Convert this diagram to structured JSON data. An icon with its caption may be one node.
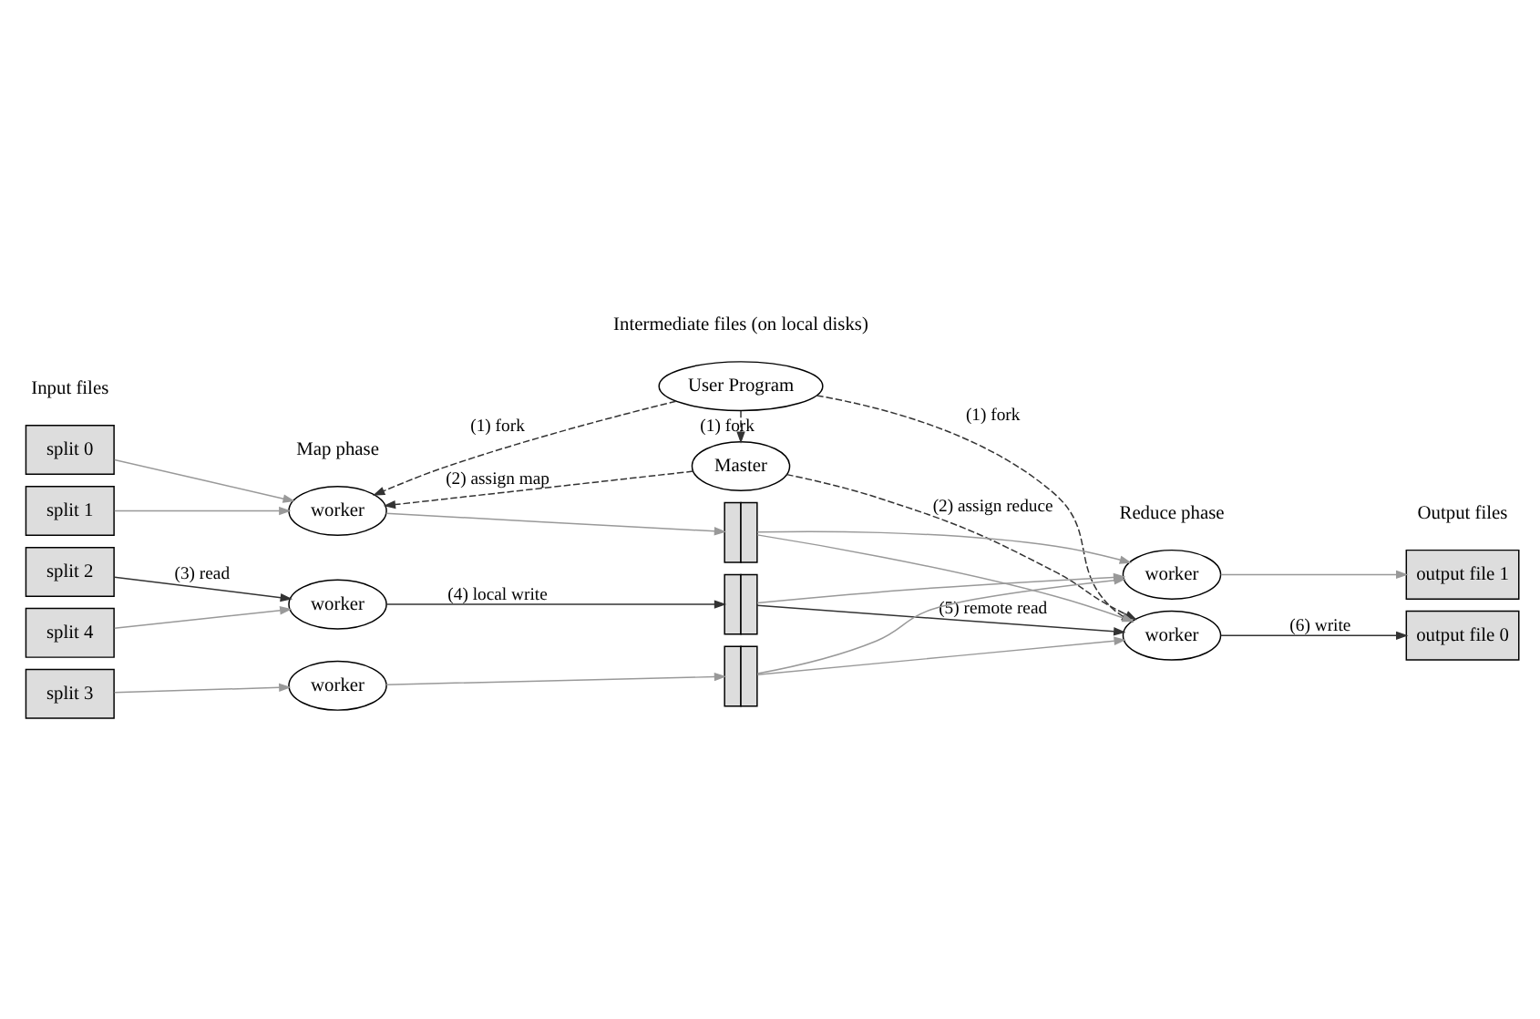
{
  "diagram": {
    "nodes": [
      {
        "text": [
          "User Program"
        ]
      },
      {
        "text": [
          "Master"
        ]
      },
      {
        "text": [
          "split 0"
        ]
      },
      {
        "text": [
          "split 1"
        ]
      },
      {
        "text": [
          "split 2"
        ]
      },
      {
        "text": [
          "split 3"
        ]
      },
      {
        "text": [
          "split 4"
        ]
      },
      {
        "text": [
          "worker"
        ]
      },
      {
        "text": [
          "worker"
        ]
      },
      {
        "text": [
          "worker"
        ]
      },
      {
        "text": [],
        "shape": "box"
      },
      {
        "text": [],
        "shape": "box"
      },
      {
        "text": [],
        "shape": "box"
      },
      {
        "text": [
          "worker"
        ]
      },
      {
        "text": [
          "worker"
        ]
      },
      {
        "text": [
          "output file 0"
        ]
      },
      {
        "text": [
          "output file 1"
        ]
      }
    ],
    "edges": [
      {
        "from": 0,
        "to": 7,
        "arrow": "to",
        "label": "(1) fork",
        "style": "dashed",
        "color": "#333333"
      },
      {
        "from": 0,
        "to": 1,
        "arrow": "to",
        "label": "(1) fork",
        "style": "dashed",
        "color": "#333333"
      },
      {
        "from": 0,
        "to": 13,
        "arrow": "to",
        "label": "(1) fork",
        "style": "dashed",
        "color": "#333333"
      },
      {
        "from": 1,
        "to": 7,
        "arrow": "to",
        "label": "(2) assign map",
        "style": "dashed",
        "color": "#333333"
      },
      {
        "from": 1,
        "to": 13,
        "arrow": "to",
        "label": "(2) assign reduce",
        "style": "dashed",
        "color": "#333333"
      },
      {
        "from": 2,
        "to": 7,
        "arrow": "to"
      },
      {
        "from": 3,
        "to": 7,
        "arrow": "to"
      },
      {
        "from": 4,
        "to": 8,
        "arrow": "to",
        "label": "(3) read",
        "color": "#333333"
      },
      {
        "from": 6,
        "to": 8,
        "arrow": "to"
      },
      {
        "from": 5,
        "to": 9,
        "arrow": "to"
      },
      {
        "from": 7,
        "to": 10,
        "arrow": "to"
      },
      {
        "from": 8,
        "to": 11,
        "arrow": "to",
        "label": "(4) local write",
        "color": "#333333"
      },
      {
        "from": 9,
        "to": 12,
        "arrow": "to"
      },
      {
        "from": 10,
        "to": 13,
        "arrow": "to"
      },
      {
        "from": 10,
        "to": 14,
        "arrow": "to"
      },
      {
        "from": 11,
        "to": 13,
        "arrow": "to",
        "label": "(5) remote read",
        "color": "#333333"
      },
      {
        "from": 11,
        "to": 14,
        "arrow": "to"
      },
      {
        "from": 12,
        "to": 13,
        "arrow": "to"
      },
      {
        "from": 12,
        "to": 14,
        "arrow": "to"
      },
      {
        "from": 13,
        "to": 15,
        "arrow": "to",
        "label": "(6) write",
        "color": "#333333"
      },
      {
        "from": 14,
        "to": 16,
        "arrow": "to"
      }
    ],
    "labels": [
      "Input files",
      "Map phase",
      "Intermediate files (on local disks)",
      "Reduce phase",
      "Output files"
    ]
  }
}
